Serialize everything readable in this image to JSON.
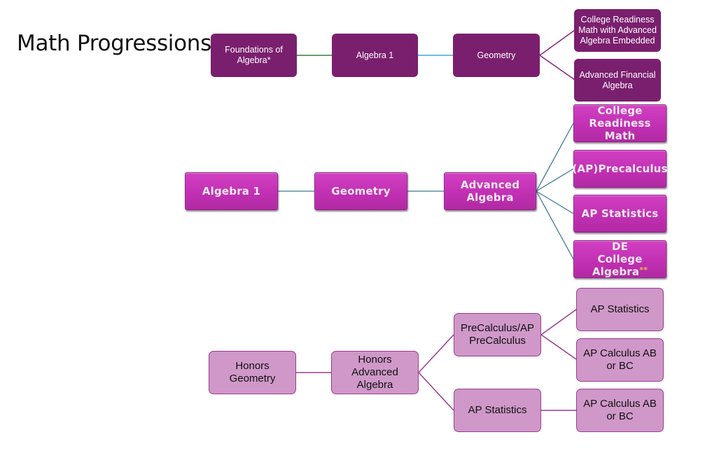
{
  "title": "Math Progressions",
  "colors": {
    "track1_fill": "#7a1f6e",
    "track2_fill": "#c635b8",
    "track3_fill": "#cf98c8",
    "track3_border": "#9a3c91",
    "line_green": "#3a7d3a",
    "line_blue": "#3aa7d6",
    "line_teal": "#3a7a93",
    "line_purple": "#9a3c91",
    "star": "#f2b83a"
  },
  "track1": {
    "nodes": [
      {
        "id": "foundations",
        "label": "Foundations of Algebra*"
      },
      {
        "id": "alg1",
        "label": "Algebra 1"
      },
      {
        "id": "geo",
        "label": "Geometry"
      },
      {
        "id": "crm_adv",
        "label": "College Readiness Math with Advanced Algebra Embedded"
      },
      {
        "id": "afa",
        "label": "Advanced Financial Algebra"
      }
    ],
    "edges": [
      [
        "foundations",
        "alg1"
      ],
      [
        "alg1",
        "geo"
      ],
      [
        "geo",
        "crm_adv"
      ],
      [
        "geo",
        "afa"
      ]
    ]
  },
  "track2": {
    "nodes": [
      {
        "id": "alg1",
        "label": "Algebra 1"
      },
      {
        "id": "geo",
        "label": "Geometry"
      },
      {
        "id": "adv_alg",
        "label": "Advanced Algebra"
      },
      {
        "id": "crm",
        "label": "College Readiness Math"
      },
      {
        "id": "precalc",
        "label": "(AP)Precalculus"
      },
      {
        "id": "apstats",
        "label": "AP Statistics"
      },
      {
        "id": "de_alg",
        "label": "DE College Algebra",
        "suffix": "**"
      }
    ],
    "edges": [
      [
        "alg1",
        "geo"
      ],
      [
        "geo",
        "adv_alg"
      ],
      [
        "adv_alg",
        "crm"
      ],
      [
        "adv_alg",
        "precalc"
      ],
      [
        "adv_alg",
        "apstats"
      ],
      [
        "adv_alg",
        "de_alg"
      ]
    ]
  },
  "track3": {
    "nodes": [
      {
        "id": "hgeo",
        "label": "Honors Geometry"
      },
      {
        "id": "hadv",
        "label": "Honors Advanced Algebra"
      },
      {
        "id": "precalc",
        "label": "PreCalculus/AP PreCalculus"
      },
      {
        "id": "apstats_a",
        "label": "AP Statistics"
      },
      {
        "id": "apstats_b",
        "label": "AP Statistics"
      },
      {
        "id": "apcalc_a",
        "label": "AP Calculus AB or BC"
      },
      {
        "id": "apcalc_b",
        "label": "AP Calculus AB or BC"
      }
    ],
    "edges": [
      [
        "hgeo",
        "hadv"
      ],
      [
        "hadv",
        "precalc"
      ],
      [
        "hadv",
        "apstats_a"
      ],
      [
        "precalc",
        "apstats_b"
      ],
      [
        "precalc",
        "apcalc_a"
      ],
      [
        "apstats_a",
        "apcalc_b"
      ]
    ]
  }
}
